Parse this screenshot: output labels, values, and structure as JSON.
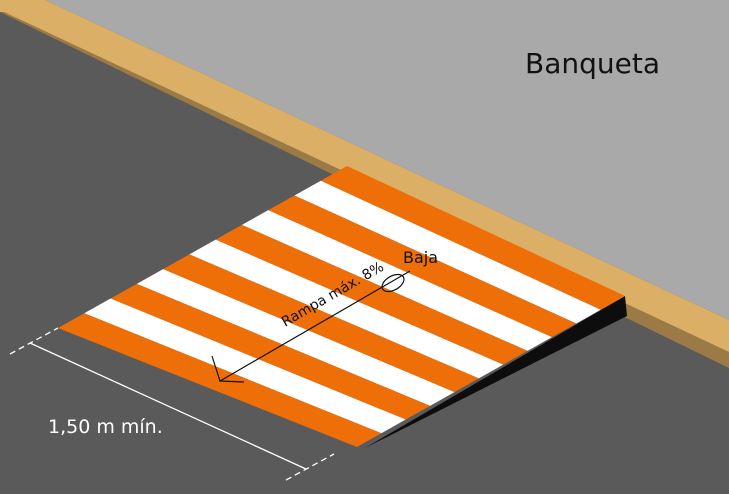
{
  "diagram": {
    "sidewalk_label": "Banqueta",
    "width_label": "1,50 m mín.",
    "ramp_label": "Rampa máx. 8%",
    "down_label": "Baja"
  },
  "colors": {
    "road": "#5a5a5a",
    "sidewalk": "#a9a9a9",
    "curb_top": "#dcaf66",
    "curb_side": "#9b7a45",
    "stripe_orange": "#ee6e07",
    "stripe_white": "#ffffff",
    "ramp_shadow": "#0d0d0d"
  }
}
